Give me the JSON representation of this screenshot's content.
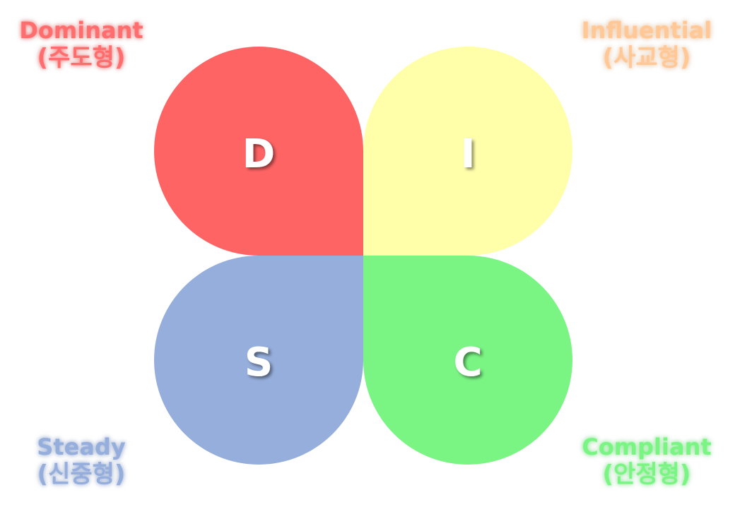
{
  "quadrants": {
    "d": {
      "letter": "D",
      "label_en": "Dominant",
      "label_ko": "(주도형)",
      "petal_color": "#ff6464",
      "label_color": "#ff6e6e"
    },
    "i": {
      "letter": "I",
      "label_en": "Influential",
      "label_ko": "(사교형)",
      "petal_color": "#ffffaa",
      "label_color": "#ffc896"
    },
    "s": {
      "letter": "S",
      "label_en": "Steady",
      "label_ko": "(신중형)",
      "petal_color": "#96aedc",
      "label_color": "#96aedc"
    },
    "c": {
      "letter": "C",
      "label_en": "Compliant",
      "label_ko": "(안정형)",
      "petal_color": "#7af584",
      "label_color": "#7af584"
    }
  }
}
